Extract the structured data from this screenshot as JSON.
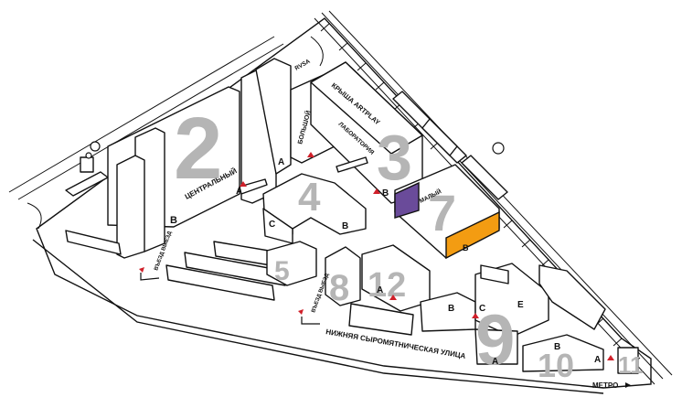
{
  "colors": {
    "building_number": "#b5b5b5",
    "accent_orange": "#f39c12",
    "accent_purple": "#6a4b9a",
    "entrance_marker": "#d0202a",
    "outline": "#111111"
  },
  "buildings": {
    "b2": {
      "number": "2",
      "name": "ЦЕНТРАЛЬНЫЙ",
      "letters": [
        "A",
        "B"
      ]
    },
    "b1": {
      "name": "БОЛЬШОЙ",
      "letters": [
        "A"
      ]
    },
    "b3": {
      "number": "3",
      "name": "ЛАБОРАТОРИЯ",
      "letters": [
        "B"
      ]
    },
    "roof": {
      "name": "КРЫША ARTPLAY"
    },
    "b4": {
      "number": "4",
      "letters": [
        "C",
        "B"
      ]
    },
    "b7": {
      "number": "7",
      "name": "МАЛЫЙ",
      "letters": [
        "B"
      ]
    },
    "b5": {
      "number": "5"
    },
    "b8": {
      "number": "8"
    },
    "b12": {
      "number": "12",
      "letters": [
        "A"
      ]
    },
    "b9": {
      "number": "9",
      "letters": [
        "B",
        "C",
        "E",
        "A"
      ]
    },
    "b10": {
      "number": "10",
      "letters": [
        "B",
        "A"
      ]
    },
    "b11": {
      "number": "11"
    }
  },
  "labels": {
    "rvsa": "RVSA",
    "exit_top": "ВЪЕЗД ВЫЕЗД",
    "exit_bottom": "ВЪЕЗД ВЫЕЗД",
    "street": "НИЖНЯЯ СЫРОМЯТНИЧЕСКАЯ УЛИЦА",
    "metro": "МЕТРО"
  },
  "icons": [
    "train-icon",
    "boat-icon",
    "entrance-marker-icon",
    "arrow-right-icon"
  ]
}
